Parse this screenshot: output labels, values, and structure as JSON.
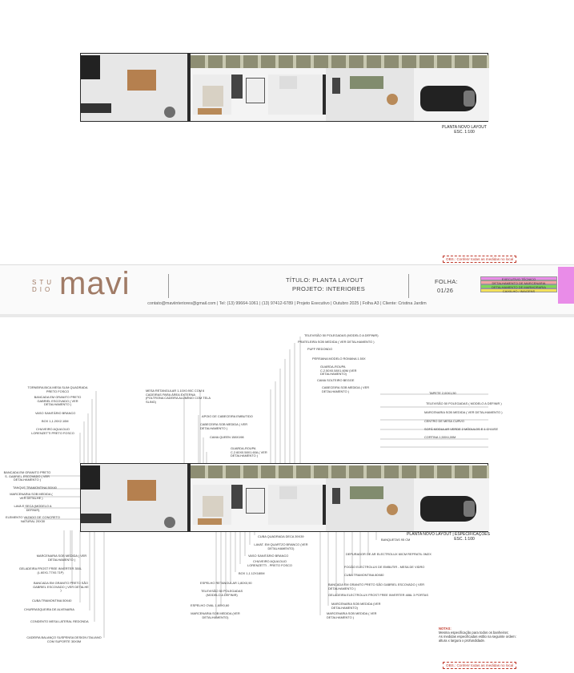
{
  "sheet1": {
    "plan_caption": "PLANTA NOVO LAYOUT",
    "plan_scale": "ESC. 1:100",
    "obs": "OBS.: Conferir todas as medidas no local",
    "logo_small": "STU DIO",
    "logo_big": "mavi",
    "title_label": "TÍTULO: PLANTA LAYOUT",
    "project_label": "PROJETO: INTERIORES",
    "sheet_label": "FOLHA:",
    "sheet_value": "01/26",
    "legend": [
      {
        "text": "EXECUTIVO TÉCNICO",
        "color": "#e98ce8"
      },
      {
        "text": "DETALHAMENTO DE MARCENARIA",
        "color": "#f4a3a3"
      },
      {
        "text": "DETALHAMENTO DE MARMORARIA",
        "color": "#7ed957"
      },
      {
        "text": "CAIXILHO / IMAGENS",
        "color": "#f3e15a"
      }
    ],
    "contact": "contato@maviinteriores@gmail.com  |  Tel: (13) 99664-1061 | (13) 97412-6789 | Projeto Executivo | Outubro 2025 | Folha A3 | Cliente: Cristina Jardim"
  },
  "sheet2": {
    "plan_caption": "PLANTA NOVO LAYOUT | ESPECIFICAÇÕES",
    "plan_scale": "ESC. 1:100",
    "obs": "OBS.: Conferir todas as medidas no local",
    "notes_title": "NOTAS:",
    "notes": [
      "Mesma especificação para todos os banheiros;",
      "As medidas especificadas estão na seguinte ordem:",
      "altura x largura x profundidade."
    ],
    "ann_top": [
      "TELEVISÃO 50 POLEGADAS (MODELO A DEFINIR)",
      "PRATELEIRA SOB MEDIDA ( VER DETALHAMENTO )",
      "PUFF REDONDO",
      "PERSIANA MODELO ROMANA 1.50X",
      "GUARDA-ROUPA C.2.50X0.58X1.60M (VER DETALHAMENTO)",
      "CAMA SOLTEIRO BEGGE",
      "CABECEIRA SOB MEDIDA ( VER DETALHAMENTO )"
    ],
    "ann_mid": [
      "MESA RETANGULAR 1.10X0.90C COM 6 CADEIRAS PARA ÁREA EXTERNA (Poltrona Cadeira Alumínio Com Tela Sling)",
      "APOIO DE CABECEIRA EMBUTIDO",
      "CABECEIRA SOB MEDIDA ( VER DETALHAMENTO )",
      "CAMA QUEEN 158X198",
      "GUARDA-ROUPA C.2.60X0.58X1.60A ( VER DETALHAMENTO )"
    ],
    "ann_left": [
      "TORNEIRA BICA MESA SLIM QUADRADA PRETO FOSCO",
      "BANCADA EM GRANITO PRETO GABRIEL ESCOVADO ( VER DETALHAMENTO )",
      "VASO SANITÁRIO BRANCO",
      "BOX 1,1.20X2.10M",
      "CHUVEIRO AQUA DUO LORENZETTI PRETO FOSCO",
      "BANCADA EM GRANITO PRETO S. GABRIEL ESCOVADO ( VER DETALHAMENTO )",
      "TANQUE TRAMONTINA 50X40",
      "MARCENARIA SOB MEDIDA ( VER DETALHE )",
      "LAVA E SECA (MODELO A DEFINIR)",
      "ELEMENTO VAZADO DE CONCRETO NATURAL 20X30",
      "MARCENARIA SOB MEDIDA ( VER DETALHAMENTO )",
      "GELADEIRA FROST FREE INVERTER 350L (L.60X1.77X0.71P)",
      "BANCADA EM GRANITO PRETO SÃO GABRIEL ESCOVADO ( VER DETALHE )",
      "CUBA TRAMONTINA 50X40",
      "CHURRASQUEIRA DE ALVENARIA",
      "CONDENTO MESA LATERAL REDONDA",
      "CADEIRA BALANÇO SUSPENSA DESIGN ITALIANO COM SUPORTE 30X0M"
    ],
    "ann_right": [
      "TAPETE 2,00X1,50",
      "TELEVISÃO 50 POLEGADAS ( MODELO A DEFINIR )",
      "MARCENARIA SOB MEDIDA ( VER DETALHAMENTO )",
      "CENTRO DE MESA CURVO",
      "SOFÁ MODULAR VERDE 2 MÓDULOS E 1 CHAISE",
      "CORTINA 1,50X4,00M"
    ],
    "ann_bottom": [
      "CUBA QUADRADA DECA 39X39",
      "LAVAT. EM QUARTZO BRANCO (VER DETALHAMENTO)",
      "VASO SANITÁRIO BRANCO",
      "CHUVEIRO AQUA DUO LORENZETTI - PRETO FOSCO",
      "BOX 1,1.12X180M",
      "ESPELHO RETANGULAR 1,80X0,90",
      "TELEVISÃO 50 POLEGADAS (MODELO A DEFINIR)",
      "ESPELHO OVAL 1,60X0,60",
      "MARCENARIA SOB MEDIDA (VER DETALHAMENTO)"
    ],
    "ann_bottom_right": [
      "BANQUETAS 95 CM",
      "DEPURADOR DE AR ELECTROLUX 60CM REFRATIL 0M2X",
      "FOGÃO ELECTROLUX DE EMBUTIR - MESA DE VIDRO",
      "CUBA TRAMONTINA 80X80",
      "BANCADA EM GRANITO PRETO SÃO GABRIEL ESCOVADO ( VER DETALHAMENTO )",
      "GELADEIRA ELECTROLUX FROST FREE INVERTER 486L 3 PORTAS",
      "MARCENARIA SOB MEDIDA (VER DETALHAMENTO)",
      "MARCENARIA SOB MEDIDA ( VER DETALHAMENTO )"
    ]
  }
}
